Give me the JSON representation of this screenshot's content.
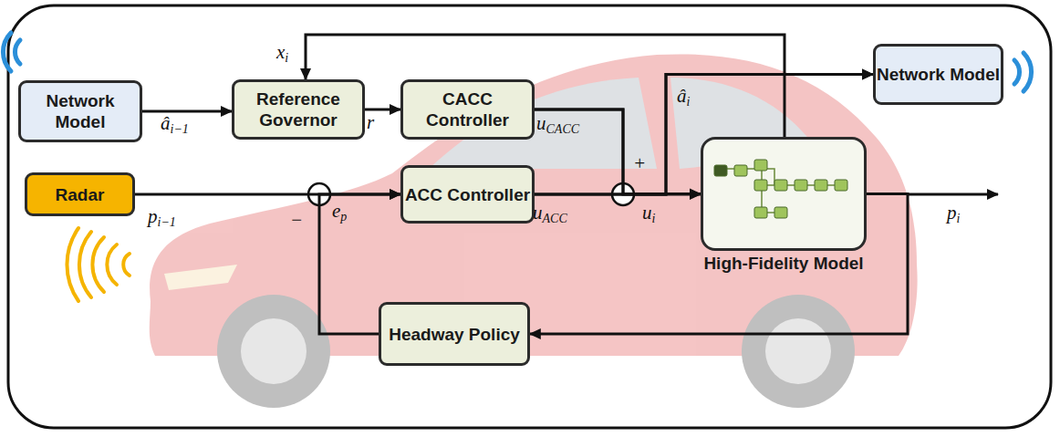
{
  "diagram": {
    "nodes": [
      {
        "text": [
          "Network Model"
        ]
      },
      {
        "text": [
          "Reference Governor"
        ]
      },
      {
        "text": [
          "CACC Controller"
        ]
      },
      {
        "text": [
          "Network Model"
        ]
      },
      {
        "text": [
          "Radar"
        ]
      },
      {
        "text": [
          "ACC Controller"
        ]
      },
      {
        "text": [
          "High-Fidelity Model"
        ]
      },
      {
        "text": [
          "Headway Policy"
        ]
      }
    ],
    "edges": [
      {
        "from": 0,
        "to": 1,
        "arrow": "to"
      },
      {
        "from": 1,
        "to": 2,
        "arrow": "to"
      },
      {
        "from": 2,
        "to": 6,
        "arrow": "to"
      },
      {
        "from": 5,
        "to": 6,
        "arrow": "to"
      },
      {
        "from": 2,
        "to": 3,
        "arrow": "to"
      },
      {
        "from": 5,
        "to": 3,
        "arrow": "to"
      },
      {
        "from": 4,
        "to": 5,
        "arrow": "to"
      },
      {
        "from": 6,
        "to": 7,
        "arrow": "to"
      },
      {
        "from": 7,
        "to": 5,
        "arrow": "to"
      },
      {
        "from": 6,
        "to": 1,
        "arrow": "to"
      }
    ],
    "labels": [
      "âi−1",
      "xi",
      "r",
      "uCACC",
      "+",
      "pi−1",
      "ep",
      "−",
      "uACC",
      "ui",
      "âi",
      "pi"
    ]
  }
}
